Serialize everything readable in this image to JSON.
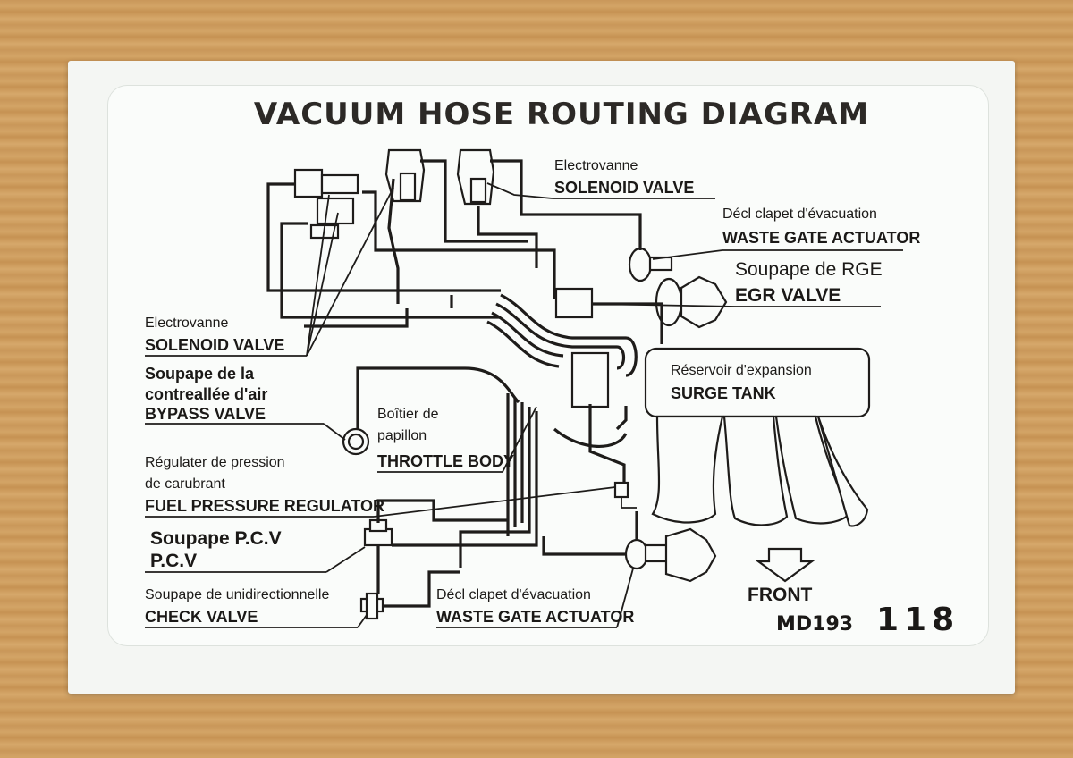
{
  "title": "VACUUM HOSE ROUTING DIAGRAM",
  "labels": {
    "solenoid_top_fr": "Electrovanne",
    "solenoid_top_en": "SOLENOID VALVE",
    "wastegate_top_fr": "Décl clapet d'évacuation",
    "wastegate_top_en": "WASTE GATE ACTUATOR",
    "egr_fr": "Soupape de RGE",
    "egr_en": "EGR VALVE",
    "solenoid_left_fr": "Electrovanne",
    "solenoid_left_en": "SOLENOID VALVE",
    "bypass_fr1": "Soupape de la",
    "bypass_fr2": "contreallée d'air",
    "bypass_en": "BYPASS VALVE",
    "surge_fr": "Réservoir d'expansion",
    "surge_en": "SURGE TANK",
    "throttle_fr1": "Boîtier de",
    "throttle_fr2": "papillon",
    "throttle_en": "THROTTLE BODY",
    "fpr_fr1": "Régulater de pression",
    "fpr_fr2": "de carubrant",
    "fpr_en": "FUEL PRESSURE REGULATOR",
    "pcv_fr": "Soupape P.C.V",
    "pcv_en": "P.C.V",
    "check_fr": "Soupape de unidirectionnelle",
    "check_en": "CHECK VALVE",
    "wastegate_bot_fr": "Décl clapet d'évacuation",
    "wastegate_bot_en": "WASTE GATE ACTUATOR",
    "front": "FRONT",
    "part_prefix": "MD193",
    "part_suffix": "118"
  }
}
